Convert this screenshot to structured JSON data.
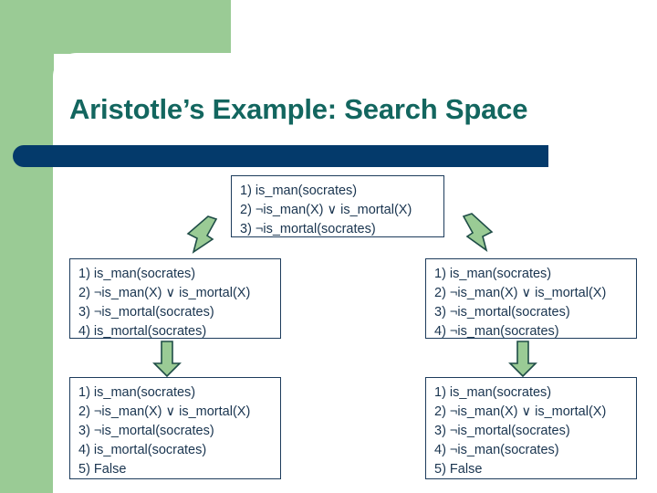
{
  "slide": {
    "title": "Aristotle’s Example: Search Space",
    "colors": {
      "green_panel": "#9acb95",
      "title_text": "#13665f",
      "title_bar": "#043a6b",
      "box_border": "#1d3c5c",
      "box_text": "#19344f",
      "arrow_fill": "#9acb95",
      "arrow_border": "#1f4d47"
    }
  },
  "boxes": {
    "root": {
      "lines": [
        "1) is_man(socrates)",
        "2) ¬is_man(X) ∨ is_mortal(X)",
        "3) ¬is_mortal(socrates)"
      ]
    },
    "left_middle": {
      "lines": [
        "1) is_man(socrates)",
        "2) ¬is_man(X) ∨ is_mortal(X)",
        "3) ¬is_mortal(socrates)",
        "4) is_mortal(socrates)"
      ]
    },
    "right_middle": {
      "lines": [
        "1) is_man(socrates)",
        "2) ¬is_man(X) ∨ is_mortal(X)",
        "3) ¬is_mortal(socrates)",
        "4) ¬is_man(socrates)"
      ]
    },
    "left_bottom": {
      "lines": [
        "1) is_man(socrates)",
        "2) ¬is_man(X) ∨ is_mortal(X)",
        "3) ¬is_mortal(socrates)",
        "4) is_mortal(socrates)",
        "5) False"
      ]
    },
    "right_bottom": {
      "lines": [
        "1) is_man(socrates)",
        "2) ¬is_man(X) ∨ is_mortal(X)",
        "3) ¬is_mortal(socrates)",
        "4) ¬is_man(socrates)",
        "5) False"
      ]
    }
  },
  "arrows": [
    {
      "name": "arrow-down-left-diagonal"
    },
    {
      "name": "arrow-down-right-diagonal"
    },
    {
      "name": "arrow-down-left-vertical"
    },
    {
      "name": "arrow-down-right-vertical"
    }
  ]
}
